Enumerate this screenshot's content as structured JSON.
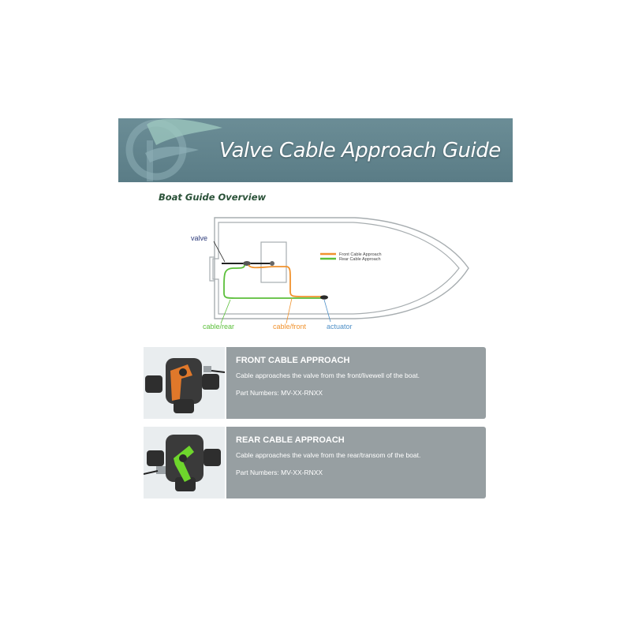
{
  "header": {
    "title": "Valve Cable Approach Guide"
  },
  "overview": {
    "heading": "Boat Guide Overview",
    "labels": {
      "valve": "valve",
      "cable_rear": "cable/rear",
      "cable_front": "cable/front",
      "actuator": "actuator"
    },
    "legend": [
      {
        "label": "Front Cable Approach",
        "color": "#f0922e"
      },
      {
        "label": "Rear Cable Approach",
        "color": "#5bbf3a"
      }
    ]
  },
  "cards": [
    {
      "title": "FRONT CABLE APPROACH",
      "description": "Cable approaches the valve from the front/livewell of the boat.",
      "parts_label": "Part Numbers:",
      "parts_value": "MV-XX-RNXX",
      "handle_color": "#e0782a"
    },
    {
      "title": "REAR CABLE APPROACH",
      "description": "Cable approaches the valve from the rear/transom of the boat.",
      "parts_label": "Part Numbers:",
      "parts_value": "MV-XX-RNXX",
      "handle_color": "#6ed62c"
    }
  ],
  "colors": {
    "banner": "#5f8089",
    "heading_green": "#2a5138",
    "panel_gray": "#979fa2",
    "valve_label": "#2c3a7a",
    "actuator_label": "#4f90c7"
  },
  "icons": [
    "brand-logo-icon",
    "valve-photo-icon"
  ]
}
